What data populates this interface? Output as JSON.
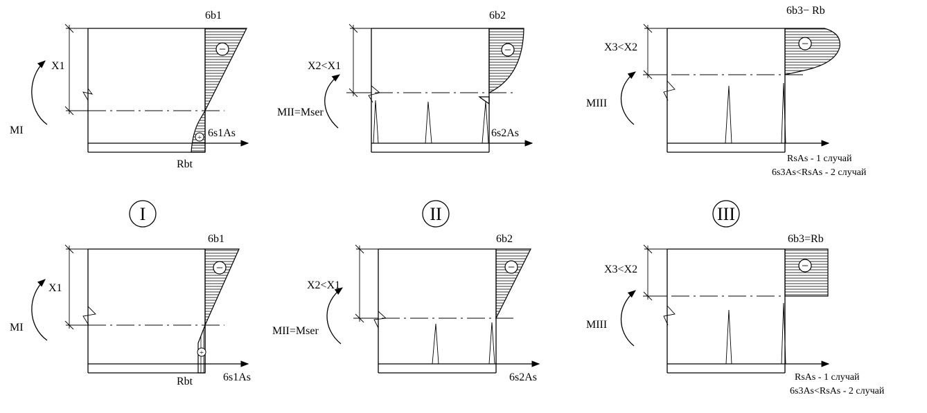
{
  "stage_labels": [
    "I",
    "II",
    "III"
  ],
  "minus_sign": "−",
  "plus_sign": "+",
  "panels": {
    "t1": {
      "sigma_b": "6b1",
      "x": "X1",
      "m": "MI",
      "steel": "6s1As",
      "rbt": "Rbt"
    },
    "t2": {
      "sigma_b": "6b2",
      "x": "X2<X1",
      "m": "MII=Mser",
      "steel": "6s2As"
    },
    "t3": {
      "sigma_b": "6b3− Rb",
      "x": "X3<X2",
      "m": "MIII",
      "case1": "RsAs - 1 случай",
      "case2": "6s3As<RsAs - 2 случай"
    },
    "b1": {
      "sigma_b": "6b1",
      "x": "X1",
      "m": "MI",
      "steel": "6s1As",
      "rbt": "Rbt"
    },
    "b2": {
      "sigma_b": "6b2",
      "x": "X2<X1",
      "m": "MII=Mser",
      "steel": "6s2As"
    },
    "b3": {
      "sigma_b": "6b3=Rb",
      "x": "X3<X2",
      "m": "MIII",
      "case1": "RsAs - 1 случай",
      "case2": "6s3As<RsAs - 2 случай"
    }
  }
}
